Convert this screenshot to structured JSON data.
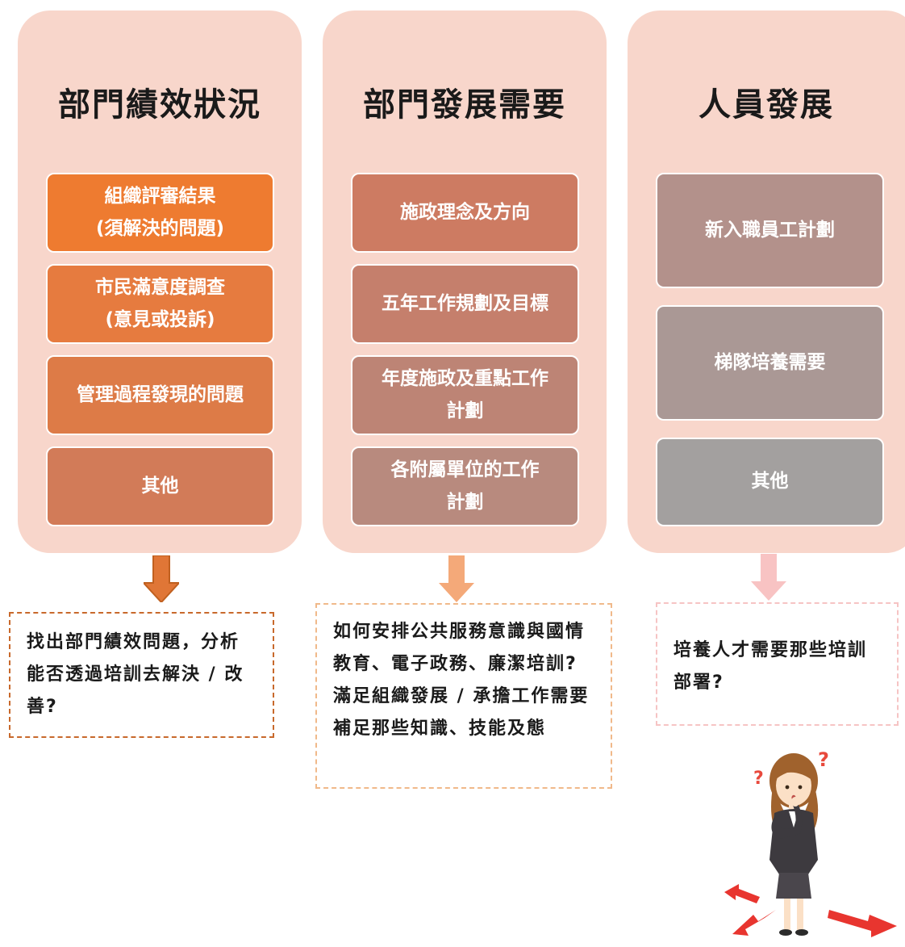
{
  "columns": [
    {
      "title": "部門績效狀況",
      "items": [
        {
          "lines": [
            "組織評審結果",
            "(須解決的問題)"
          ],
          "color": "#ee7b30"
        },
        {
          "lines": [
            "市民滿意度調查",
            "(意見或投訴)"
          ],
          "color": "#e67b3f"
        },
        {
          "lines": [
            "管理過程發現的問題"
          ],
          "color": "#dd7b47"
        },
        {
          "lines": [
            "其他"
          ],
          "color": "#d27b58"
        }
      ],
      "note": [
        "找出部門績效問題，分析能否透過培訓去解決 / 改善?"
      ],
      "arrow_color": "#e07636",
      "note_border": "#c8692c"
    },
    {
      "title": "部門發展需要",
      "items": [
        {
          "lines": [
            "施政理念及方向"
          ],
          "color": "#cd7b62"
        },
        {
          "lines": [
            "五年工作規劃及目標"
          ],
          "color": "#c57f6c"
        },
        {
          "lines": [
            "年度施政及重點工作",
            "計劃"
          ],
          "color": "#bd8475"
        },
        {
          "lines": [
            "各附屬單位的工作",
            "計劃"
          ],
          "color": "#b88a7e"
        }
      ],
      "note": [
        "如何安排公共服務意識與國情教育、電子政務、廉潔培訓?",
        "滿足組織發展 / 承擔工作需要補足那些知識、技能及態"
      ],
      "arrow_color": "#f4a979",
      "note_border": "#f0b98a"
    },
    {
      "title": "人員發展",
      "items": [
        {
          "lines": [
            "新入職員工計劃"
          ],
          "color": "#b3918b"
        },
        {
          "lines": [
            "梯隊培養需要"
          ],
          "color": "#aa9895"
        },
        {
          "lines": [
            "其他"
          ],
          "color": "#a3a09f"
        }
      ],
      "note": [
        "培養人才需要那些培訓部署?"
      ],
      "arrow_color": "#f8c3c3",
      "note_border": "#f6c4c4"
    }
  ],
  "icons": {
    "figure": "confused-businesswoman-icon",
    "question_color": "#e8493c",
    "direction_arrow_color": "#e8352f"
  }
}
